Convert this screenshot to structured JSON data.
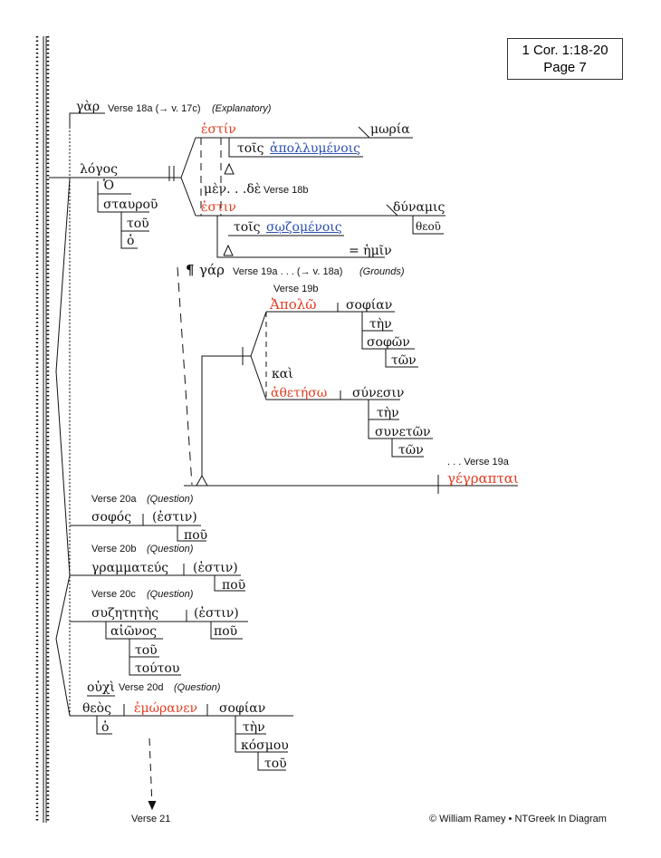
{
  "reference": {
    "line1": "1 Cor. 1:18-20",
    "line2": "Page 7"
  },
  "labels": {
    "v18a_gar": "γὰρ",
    "v18a": "Verse 18a (→ v. 17c)",
    "v18a_tag": "(Explanatory)",
    "v18b": "Verse 18b",
    "v19a_para": "¶",
    "v19a_gar": "γάρ",
    "v19a": "Verse 19a . . . (→ v. 18a)",
    "v19a_tag": "(Grounds)",
    "v19b": "Verse 19b",
    "v19a_end": ". . . Verse 19a",
    "v20a": "Verse 20a",
    "v20a_tag": "(Question)",
    "v20b": "Verse 20b",
    "v20b_tag": "(Question)",
    "v20c": "Verse 20c",
    "v20c_tag": "(Question)",
    "v20d": "Verse 20d",
    "v20d_tag": "(Question)",
    "v21": "Verse 21",
    "copyright": "© William Ramey • NTGreek In Diagram"
  },
  "words": {
    "logos": "λόγος",
    "ho1": "Ὁ",
    "staurou": "σταυροῦ",
    "tou1": "τοῦ",
    "ho2": "ὁ",
    "estin1": "ἐστίν",
    "moria": "μωρία",
    "tois1": "τοῖς",
    "apollumenois": "ἀπολλυμένοις",
    "men_de": "μὲν. . .δὲ",
    "estin2": "ἐστιν",
    "dunamis": "δύναμις",
    "theou": "θεοῦ",
    "tois2": "τοῖς",
    "sozomenois": "σῳζομένοις",
    "eq_hemin": "= ἡμῖν",
    "apolo": "Ἀπολῶ",
    "sophian1": "σοφίαν",
    "ten1": "τὴν",
    "sophon": "σοφῶν",
    "ton1": "τῶν",
    "kai": "καὶ",
    "athetheso": "ἀθετήσω",
    "sunesin": "σύνεσιν",
    "ten2": "τὴν",
    "suneton": "συνετῶν",
    "ton2": "τῶν",
    "gegraptai": "γέγραπται",
    "sophos": "σοφός",
    "estin3": "(ἐστιν)",
    "pou1": "ποῦ",
    "grammateus": "γραμματεύς",
    "estin4": "(ἐστιν)",
    "pou2": "ποῦ",
    "suzetetes": "συζητητὴς",
    "estin5": "(ἐστιν)",
    "pou3": "ποῦ",
    "aionos": "αἰῶνος",
    "tou2": "τοῦ",
    "toutou": "τούτου",
    "ouchi": "οὐχὶ",
    "theos": "θεὸς",
    "ho3": "ὁ",
    "emoranen": "ἐμώρανεν",
    "sophian2": "σοφίαν",
    "ten3": "τὴν",
    "kosmou": "κόσμου",
    "tou3": "τοῦ"
  },
  "colors": {
    "verb": "#e23b1f",
    "participle": "#2a4fb0",
    "line": "#111111"
  }
}
